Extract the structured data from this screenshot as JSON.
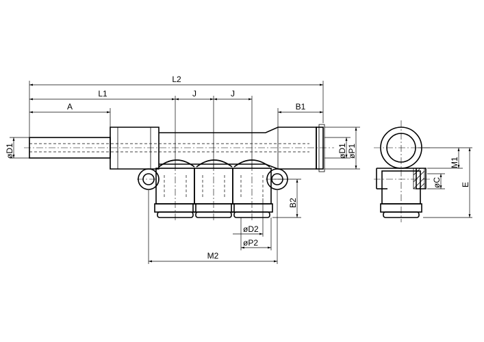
{
  "labels": {
    "L2": "L2",
    "L1": "L1",
    "J1": "J",
    "J2": "J",
    "A": "A",
    "B1": "B1",
    "D1_left": "øD1",
    "D1_right": "øD1",
    "P1": "øP1",
    "B2": "B2",
    "D2": "øD2",
    "P2": "øP2",
    "M2": "M2",
    "C": "øC",
    "M1": "M1",
    "E": "E"
  },
  "colors": {
    "line": "#000000",
    "background": "#ffffff"
  }
}
